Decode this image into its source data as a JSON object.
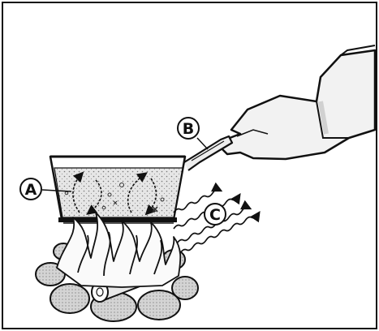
{
  "labels": {
    "a": "A",
    "b": "B",
    "c": "C"
  },
  "colors": {
    "ink": "#111111",
    "paper": "#ffffff",
    "water": "#d9d9d9",
    "stone": "#c8c8c8",
    "glove": "#f4f4f4"
  },
  "icons": [
    "pot",
    "water",
    "convection-arrows",
    "pot-handle",
    "gloved-hand",
    "campfire-flames",
    "log",
    "stones",
    "radiation-waves"
  ]
}
